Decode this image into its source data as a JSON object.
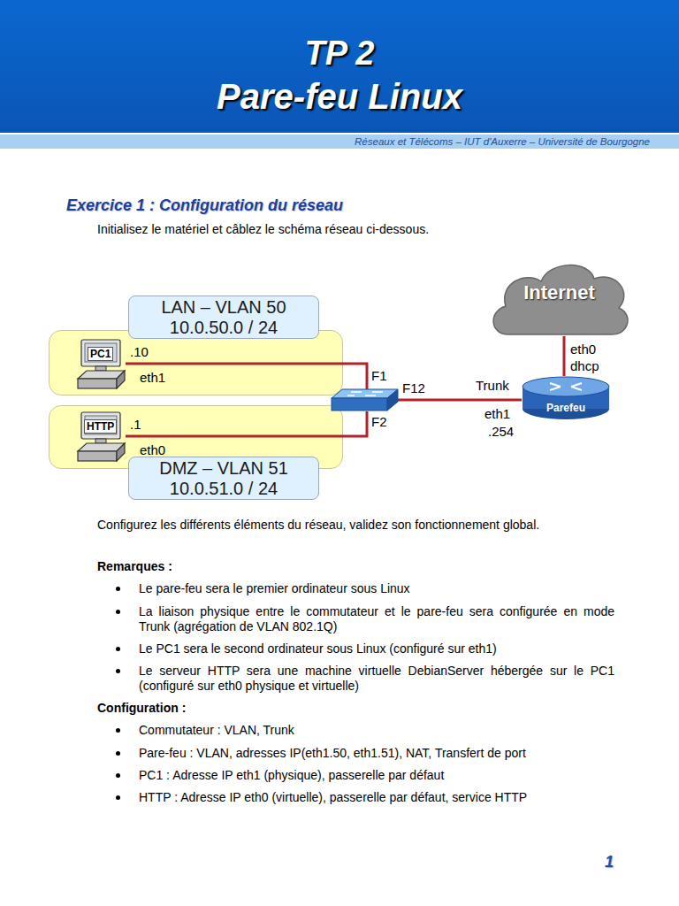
{
  "diagram": {
    "title": "TP 2",
    "nodes": [
      {
        "text": [
          "LAN – VLAN 50",
          "10.0.50.0 / 24"
        ]
      },
      {
        "text": [
          "PC1"
        ],
        "in": 0
      },
      {
        "text": [
          "DMZ – VLAN 51",
          "10.0.51.0 / 24"
        ]
      },
      {
        "text": [
          "HTTP"
        ],
        "in": 2
      },
      {
        "text": [
          "Internet"
        ]
      },
      {
        "text": [
          "F12"
        ]
      },
      {
        "text": [
          "Parefeu"
        ]
      }
    ],
    "edges": [
      {
        "from": 1,
        "to": 5,
        "label": "F1",
        "arrow": "none"
      },
      {
        "from": 3,
        "to": 5,
        "label": "F2",
        "arrow": "none"
      },
      {
        "from": 5,
        "to": 6,
        "label": "Trunk",
        "arrow": "none"
      },
      {
        "from": 6,
        "to": 4,
        "arrow": "none"
      }
    ],
    "labels": [
      "Pare-feu Linux",
      "Réseaux et Télécoms – IUT d'Auxerre – Université de Bourgogne",
      "Exercice 1 : Configuration du réseau",
      "Initialisez le matériel et câblez le schéma réseau ci-dessous.",
      ".10",
      "eth1",
      ".1",
      "eth0",
      "eth0",
      "dhcp",
      "eth1",
      ".254",
      "Configurez les différents éléments du réseau, validez son fonctionnement global.",
      "Remarques :",
      "Le pare-feu sera le premier ordinateur sous Linux",
      "La liaison physique entre le commutateur et le pare-feu sera configurée en mode Trunk (agrégation de VLAN 802.1Q)",
      "Le PC1 sera le second ordinateur sous Linux (configuré sur eth1)",
      "Le serveur HTTP sera une machine virtuelle DebianServer hébergée sur le PC1 (configuré sur eth0 physique et virtuelle)",
      "Configuration :",
      "Commutateur : VLAN, Trunk",
      "Pare-feu : VLAN, adresses IP(eth1.50, eth1.51), NAT, Transfert de port",
      "PC1 : Adresse IP eth1 (physique), passerelle par défaut",
      "HTTP : Adresse IP eth0 (virtuelle), passerelle par défaut, service HTTP",
      "1"
    ]
  }
}
